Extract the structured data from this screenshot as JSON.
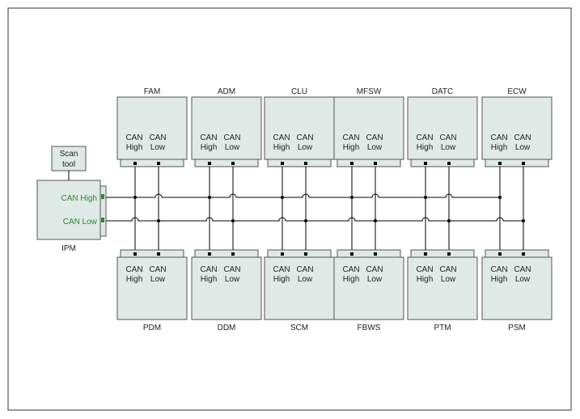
{
  "ipm": {
    "name": "IPM",
    "can_high": "CAN High",
    "can_low": "CAN Low"
  },
  "scan_tool": {
    "line1": "Scan",
    "line2": "tool"
  },
  "modules_top": [
    {
      "name": "FAM",
      "h1": "CAN",
      "h2": "High",
      "l1": "CAN",
      "l2": "Low"
    },
    {
      "name": "ADM",
      "h1": "CAN",
      "h2": "High",
      "l1": "CAN",
      "l2": "Low"
    },
    {
      "name": "CLU",
      "h1": "CAN",
      "h2": "High",
      "l1": "CAN",
      "l2": "Low"
    },
    {
      "name": "MFSW",
      "h1": "CAN",
      "h2": "High",
      "l1": "CAN",
      "l2": "Low"
    },
    {
      "name": "DATC",
      "h1": "CAN",
      "h2": "High",
      "l1": "CAN",
      "l2": "Low"
    },
    {
      "name": "ECW",
      "h1": "CAN",
      "h2": "High",
      "l1": "CAN",
      "l2": "Low"
    }
  ],
  "modules_bottom": [
    {
      "name": "PDM",
      "h1": "CAN",
      "h2": "High",
      "l1": "CAN",
      "l2": "Low"
    },
    {
      "name": "DDM",
      "h1": "CAN",
      "h2": "High",
      "l1": "CAN",
      "l2": "Low"
    },
    {
      "name": "SCM",
      "h1": "CAN",
      "h2": "High",
      "l1": "CAN",
      "l2": "Low"
    },
    {
      "name": "FBWS",
      "h1": "CAN",
      "h2": "High",
      "l1": "CAN",
      "l2": "Low"
    },
    {
      "name": "PTM",
      "h1": "CAN",
      "h2": "High",
      "l1": "CAN",
      "l2": "Low"
    },
    {
      "name": "PSM",
      "h1": "CAN",
      "h2": "High",
      "l1": "CAN",
      "l2": "Low"
    }
  ],
  "colors": {
    "box_fill": "#dfe9e5",
    "line": "#000000",
    "accent_green": "#2b8a2b"
  }
}
